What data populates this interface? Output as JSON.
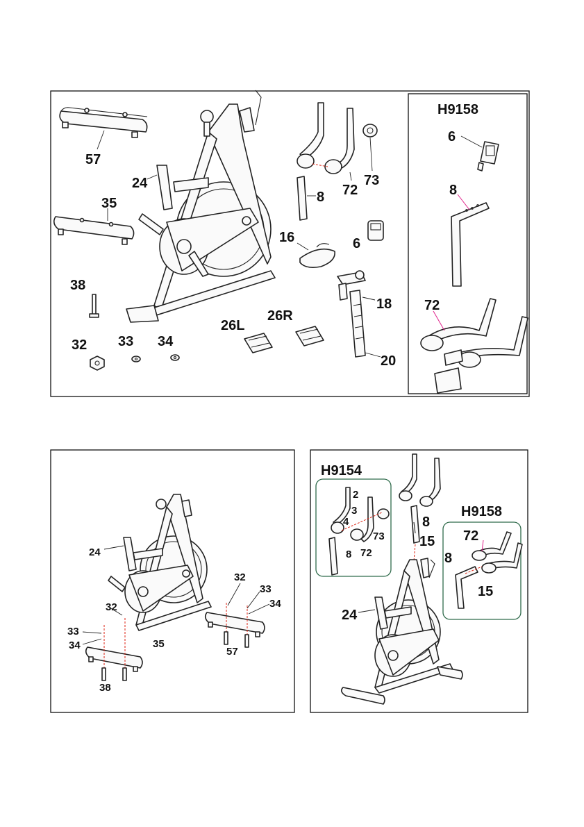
{
  "panel_top": {
    "parts": {
      "p57": "57",
      "p24": "24",
      "p35": "35",
      "p38": "38",
      "p32": "32",
      "p33": "33",
      "p34": "34",
      "p26L": "26L",
      "p26R": "26R",
      "p8": "8",
      "p72": "72",
      "p73": "73",
      "p16": "16",
      "p6": "6",
      "p18": "18",
      "p20": "20"
    },
    "inset": {
      "model": "H9158",
      "p6": "6",
      "p8": "8",
      "p72": "72"
    }
  },
  "panel_step1": {
    "labels": {
      "l24": "24",
      "l32a": "32",
      "l33a": "33",
      "l34a": "34",
      "l32b": "32",
      "l33b": "33",
      "l34b": "34",
      "l35": "35",
      "l57": "57",
      "l38": "38"
    }
  },
  "panel_step2": {
    "box_a": {
      "model": "H9154",
      "p2": "2",
      "p3": "3",
      "p4": "4",
      "p73": "73",
      "p8": "8",
      "p72": "72"
    },
    "main": {
      "p8": "8",
      "p15": "15",
      "p24": "24"
    },
    "box_b": {
      "model": "H9158",
      "p72": "72",
      "p8": "8",
      "p15": "15"
    }
  }
}
